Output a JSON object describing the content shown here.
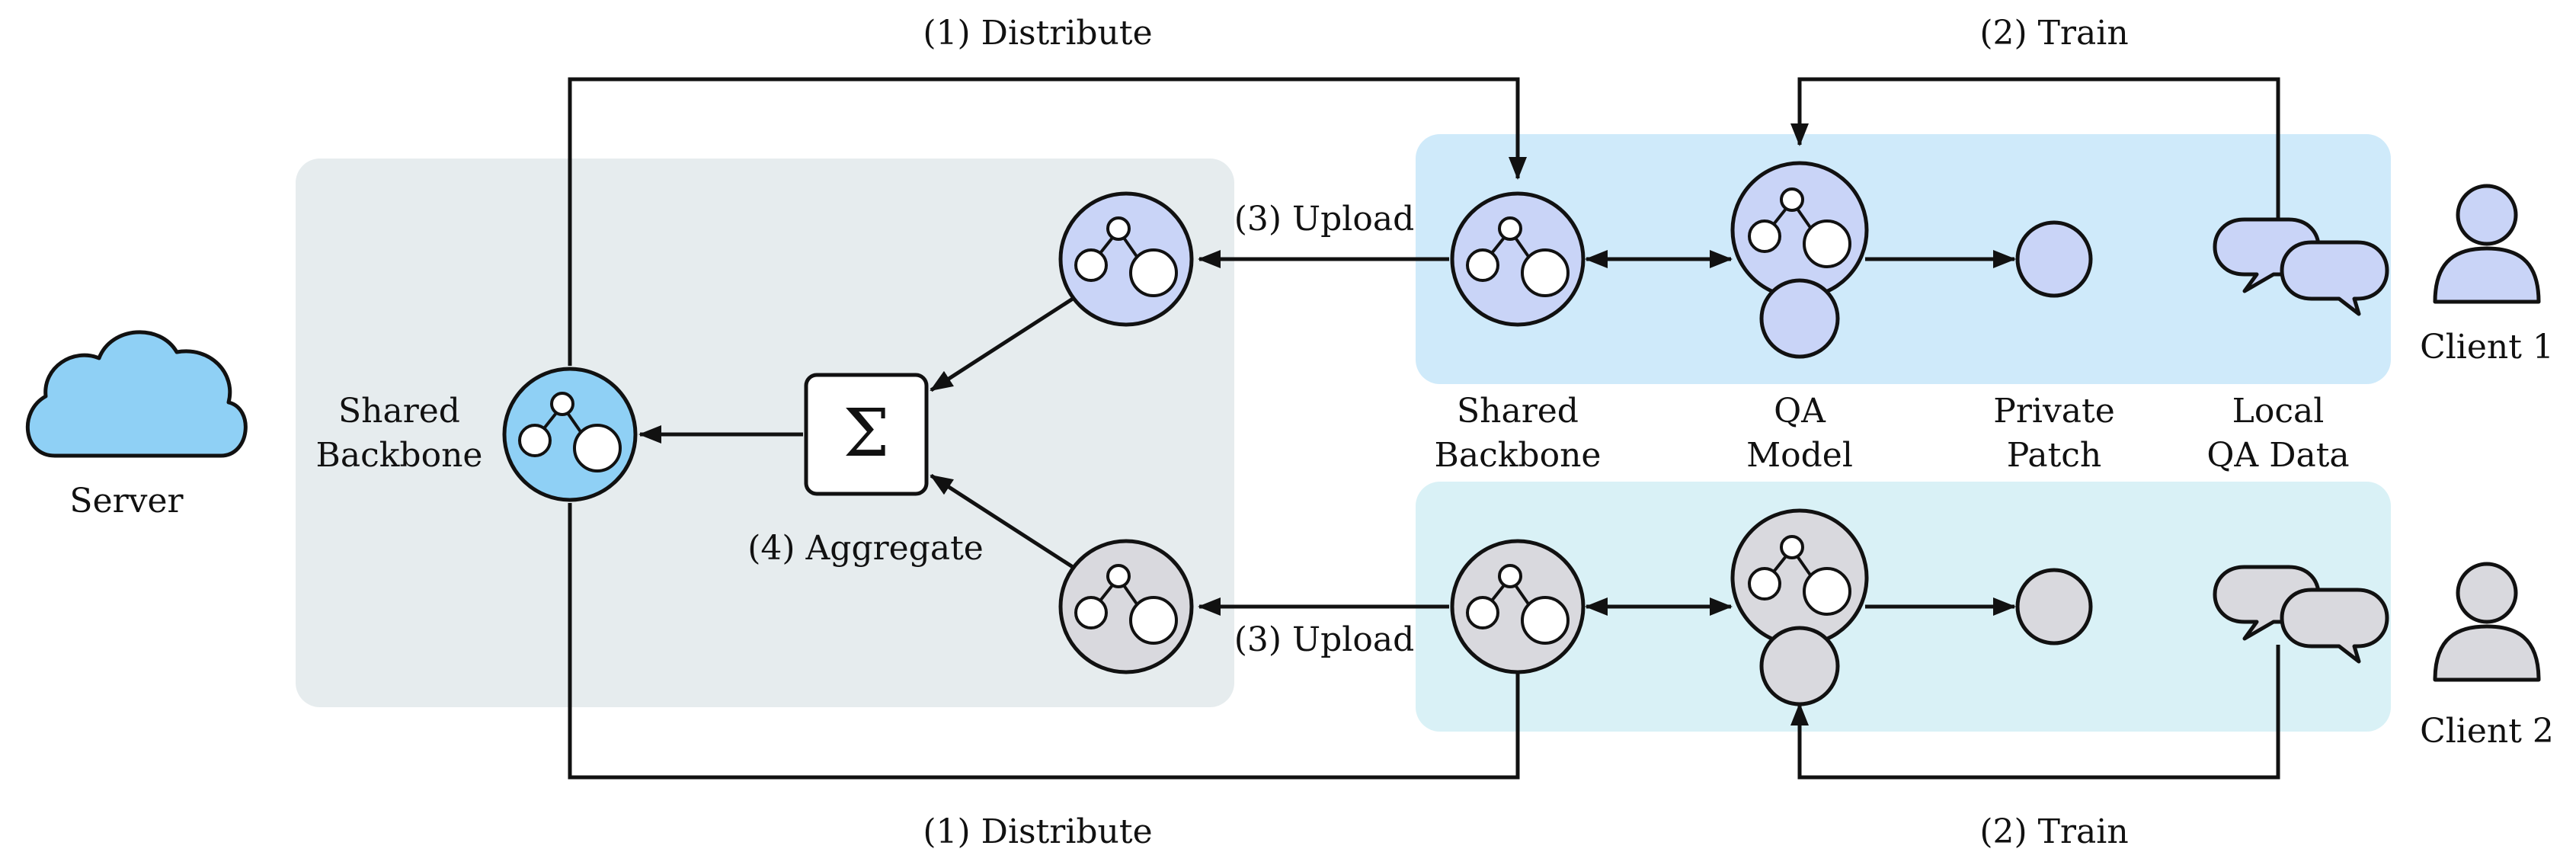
{
  "labels": {
    "server": "Server",
    "server_backbone_line1": "Shared",
    "server_backbone_line2": "Backbone",
    "aggregate_symbol": "Σ",
    "aggregate": "(4) Aggregate",
    "distribute_top": "(1) Distribute",
    "distribute_bottom": "(1) Distribute",
    "train_top": "(2) Train",
    "train_bottom": "(2) Train",
    "upload_top": "(3) Upload",
    "upload_bottom": "(3) Upload",
    "client_backbone_line1": "Shared",
    "client_backbone_line2": "Backbone",
    "qa_model_line1": "QA",
    "qa_model_line2": "Model",
    "private_patch_line1": "Private",
    "private_patch_line2": "Patch",
    "local_data_line1": "Local",
    "local_data_line2": "QA Data",
    "client1": "Client 1",
    "client2": "Client 2"
  },
  "colors": {
    "server_panel": "#e6ecee",
    "client1_panel": "#cfeafa",
    "client2_panel": "#d9f1f6",
    "cloud": "#8fd0f5",
    "server_backbone": "#8fd0f5",
    "client1_node": "#c9d4f7",
    "client2_node": "#d9d9de",
    "stroke": "#111111"
  }
}
